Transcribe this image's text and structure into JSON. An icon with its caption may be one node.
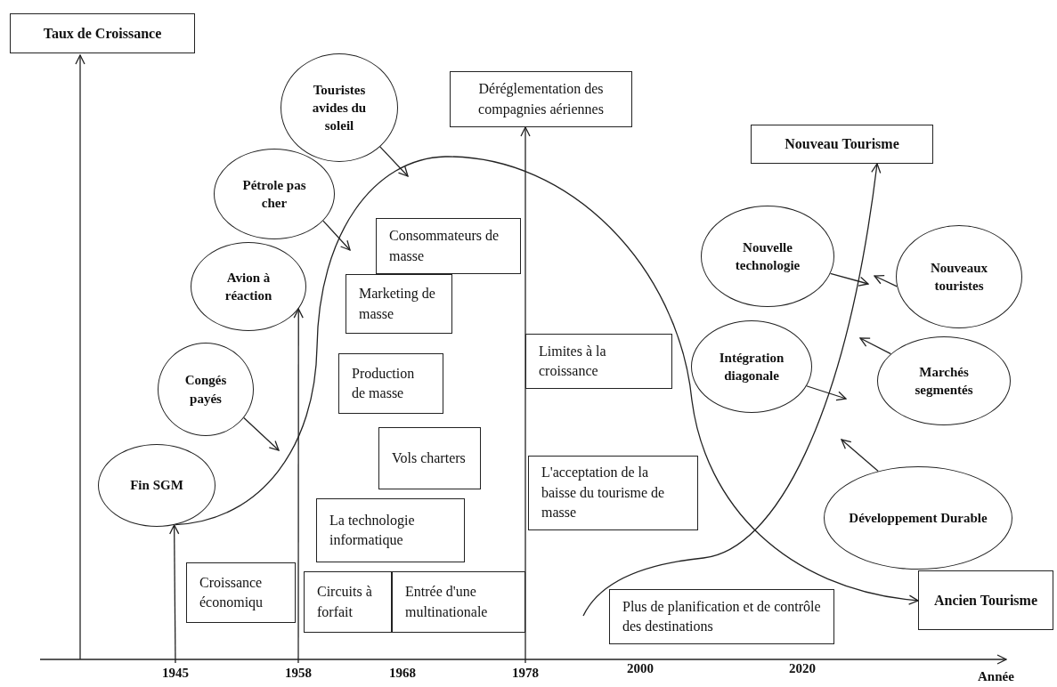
{
  "diagram": {
    "nodes": [
      {
        "text": [
          "Taux de Croissance"
        ]
      },
      {
        "text": [
          "Touristes avides du soleil"
        ]
      },
      {
        "text": [
          "Déréglementation des compagnies aériennes"
        ]
      },
      {
        "text": [
          "Nouveau Tourisme"
        ]
      },
      {
        "text": [
          "Pétrole pas cher"
        ]
      },
      {
        "text": [
          "Consommateurs de masse"
        ]
      },
      {
        "text": [
          "Avion à réaction"
        ]
      },
      {
        "text": [
          "Marketing de masse"
        ]
      },
      {
        "text": [
          "Nouvelle technologie"
        ]
      },
      {
        "text": [
          "Nouveaux touristes"
        ]
      },
      {
        "text": [
          "Limites à la croissance"
        ]
      },
      {
        "text": [
          "Congés payés"
        ]
      },
      {
        "text": [
          "Production de masse"
        ]
      },
      {
        "text": [
          "Intégration diagonale"
        ]
      },
      {
        "text": [
          "Marchés segmentés"
        ]
      },
      {
        "text": [
          "Vols charters"
        ]
      },
      {
        "text": [
          "Fin SGM"
        ]
      },
      {
        "text": [
          "L'acceptation de la baisse du tourisme de masse"
        ]
      },
      {
        "text": [
          "Développement Durable"
        ]
      },
      {
        "text": [
          "La technologie informatique"
        ]
      },
      {
        "text": [
          "Croissance économiqu"
        ]
      },
      {
        "text": [
          "Circuits à forfait"
        ]
      },
      {
        "text": [
          "Entrée d'une multinationale"
        ]
      },
      {
        "text": [
          "Ancien Tourisme"
        ]
      },
      {
        "text": [
          "Plus de planification et de contrôle des destinations"
        ]
      },
      {
        "text": [
          "1945"
        ]
      },
      {
        "text": [
          "1958"
        ]
      },
      {
        "text": [
          "1978"
        ]
      }
    ],
    "edges": [
      {
        "from": 16,
        "to": 23,
        "arrow": "to"
      },
      {
        "from": 25,
        "to": 16,
        "arrow": "to"
      },
      {
        "from": 1,
        "to": null,
        "arrow": "to"
      },
      {
        "from": 27,
        "to": 2,
        "arrow": "to"
      },
      {
        "from": 4,
        "to": null,
        "arrow": "to"
      },
      {
        "from": null,
        "to": 3,
        "arrow": "to"
      },
      {
        "from": 8,
        "to": null,
        "arrow": "to"
      },
      {
        "from": 9,
        "to": null,
        "arrow": "to"
      },
      {
        "from": 26,
        "to": 6,
        "arrow": "to"
      },
      {
        "from": 11,
        "to": null,
        "arrow": "to"
      },
      {
        "from": 13,
        "to": null,
        "arrow": "to"
      },
      {
        "from": 14,
        "to": null,
        "arrow": "to"
      },
      {
        "from": 18,
        "to": null,
        "arrow": "to"
      }
    ],
    "labels": [
      "1968",
      "2000",
      "2020",
      "Année"
    ]
  }
}
